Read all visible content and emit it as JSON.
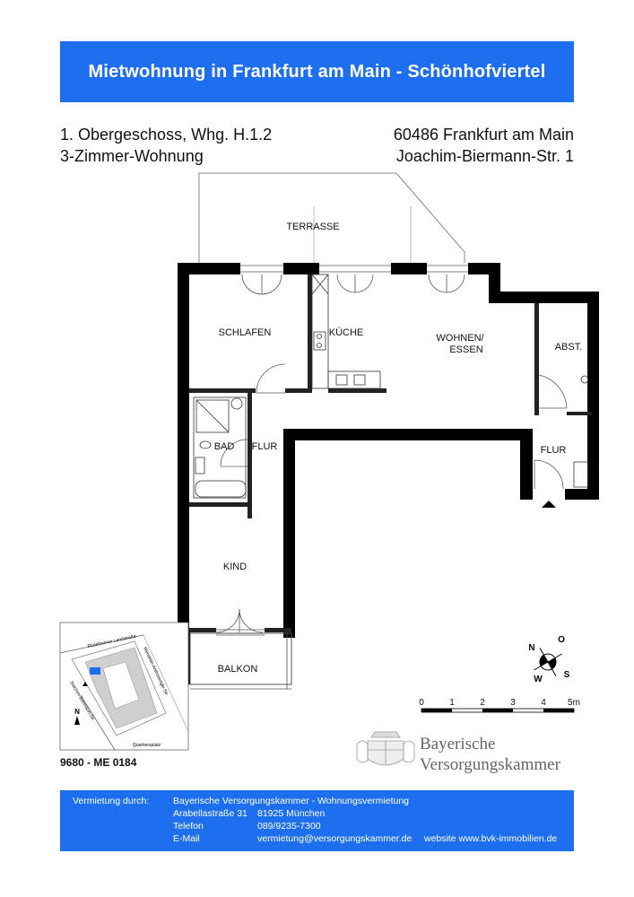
{
  "header": {
    "title": "Mietwohnung in Frankfurt am Main  -  Schönhofviertel"
  },
  "info": {
    "floor_unit": "1. Obergeschoss, Whg. H.1.2",
    "rooms": "3-Zimmer-Wohnung",
    "city": "60486 Frankfurt am Main",
    "street": "Joachim-Biermann-Str. 1"
  },
  "rooms": {
    "terrasse": "TERRASSE",
    "schlafen": "SCHLAFEN",
    "kueche": "KÜCHE",
    "wohnen_line1": "WOHNEN/",
    "wohnen_line2": "ESSEN",
    "abst": "ABST.",
    "bad": "BAD",
    "flur_left": "FLUR",
    "flur_right": "FLUR",
    "kind": "KIND",
    "balkon": "BALKON"
  },
  "site_map": {
    "street_1": "Rödelheimer Landstraße",
    "street_2": "Wendelin-Anthonengle-Str.",
    "street_3": "Joachim-Biermann-Str.",
    "street_4": "Quartiersplatz",
    "north": "N"
  },
  "compass": {
    "n": "N",
    "o": "O",
    "s": "S",
    "w": "W"
  },
  "scale": {
    "ticks": [
      "0",
      "1",
      "2",
      "3",
      "4",
      "5m"
    ]
  },
  "reference": "9680 - ME 0184",
  "logo": {
    "line1": "Bayerische",
    "line2": "Versorgungskammer"
  },
  "footer": {
    "label": "Vermietung durch:",
    "company": "Bayerische Versorgungskammer - Wohnungsvermietung",
    "address_street": "Arabellastraße 31",
    "address_city": "81925 München",
    "phone_label": "Telefon",
    "phone": "089/9235-7300",
    "email_label": "E-Mail",
    "email": "vermietung@versorgungskammer.de",
    "website": "website www.bvk-immobilien.de"
  },
  "colors": {
    "brand_blue": "#1e6ff0",
    "wall": "#000000",
    "site_highlight": "#1e6ff0"
  }
}
